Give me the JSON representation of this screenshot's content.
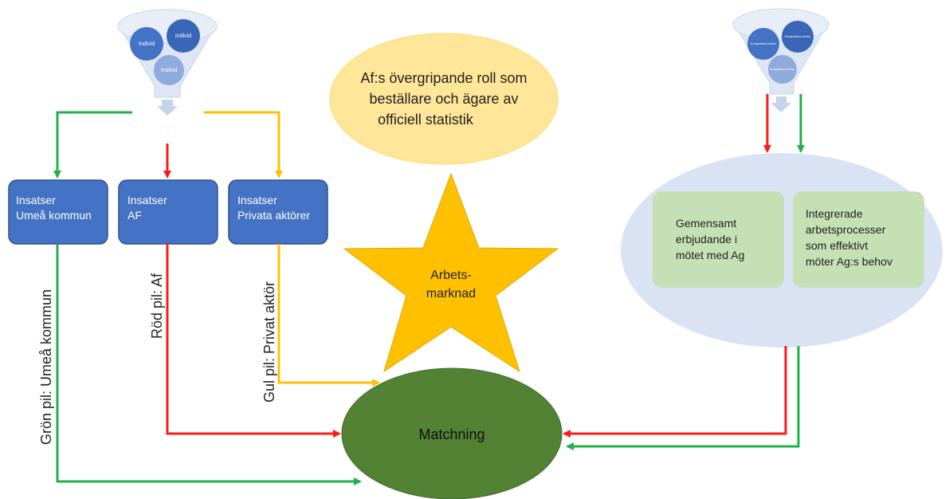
{
  "funnel_left": {
    "bubbles": [
      "Individ",
      "Individ",
      "Individ"
    ]
  },
  "funnel_right": {
    "bubbles": [
      "Kompetens behov",
      "Kompetens behov",
      "Kompetens behov"
    ]
  },
  "boxes": {
    "umea": {
      "line1": "Insatser",
      "line2": "Umeå kommun"
    },
    "af": {
      "line1": "Insatser",
      "line2": "AF"
    },
    "private": {
      "line1": "Insatser",
      "line2": "Privata aktörer"
    }
  },
  "oval_top": {
    "line1": "Af:s övergripande roll som",
    "line2": "beställare och ägare av",
    "line3": "officiell statistik"
  },
  "star": {
    "line1": "Arbets-",
    "line2": "marknad"
  },
  "matchning": {
    "label": "Matchning"
  },
  "right_oval": {
    "box1": {
      "line1": "Gemensamt",
      "line2": "erbjudande i",
      "line3": "mötet med Ag"
    },
    "box2": {
      "line1": "Integrerade",
      "line2": "arbetsprocesser",
      "line3": "som effektivt",
      "line4": "möter Ag:s behov"
    }
  },
  "vertical_labels": {
    "green": "Grön pil: Umeå kommun",
    "red": "Röd pil: Af",
    "yellow": "Gul pil: Privat aktör"
  },
  "colors": {
    "green_arrow": "#21b04b",
    "red_arrow": "#ff1a1a",
    "yellow_arrow": "#ffc000",
    "box_blue": "#4472c4",
    "matchning_green": "#548235",
    "star_gold": "#ffc000",
    "oval_yellow": "#ffe699",
    "right_oval_bg": "#dae3f3",
    "inner_box_green": "#c5e0b4"
  }
}
